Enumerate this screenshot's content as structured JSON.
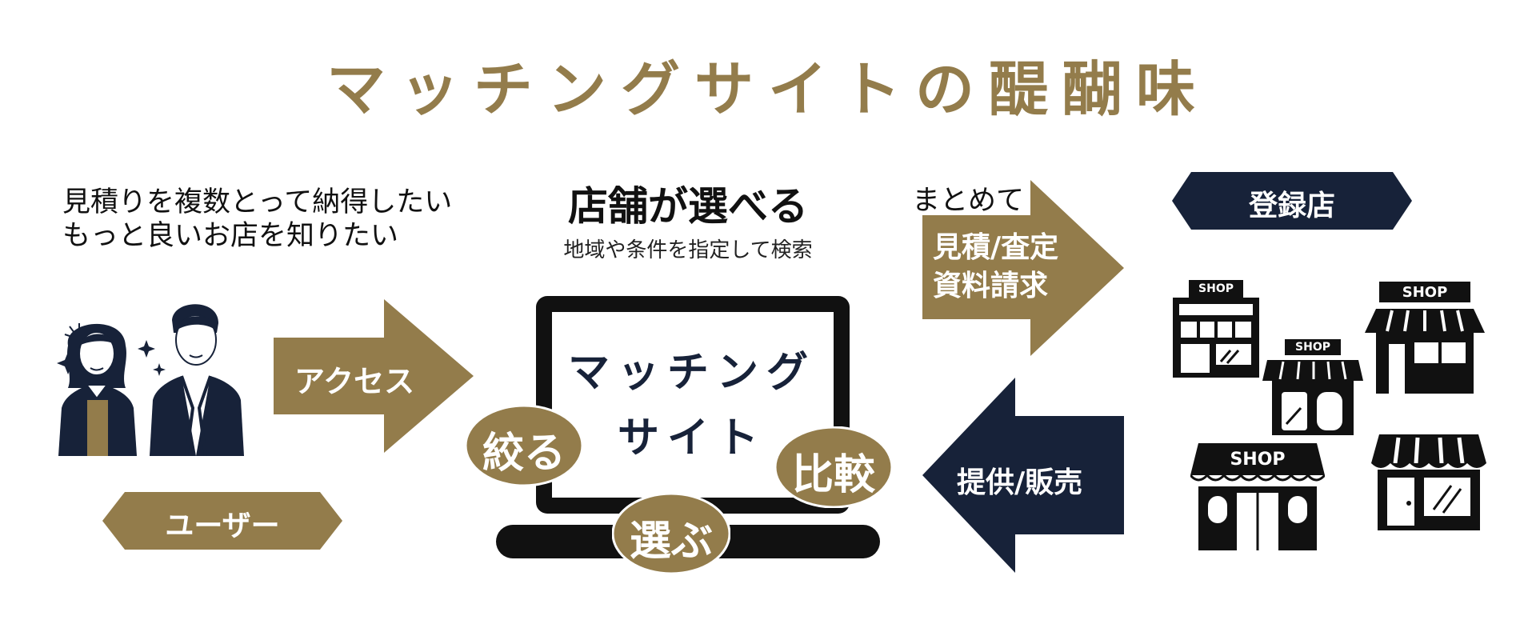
{
  "title": "マッチングサイトの醍醐味",
  "colors": {
    "gold": "#937c4b",
    "navy": "#172239",
    "black": "#111111"
  },
  "user": {
    "needs_line1": "見積りを複数とって納得したい",
    "needs_line2": "もっと良いお店を知りたい",
    "label": "ユーザー",
    "icon": "two-people-icon"
  },
  "arrow_access": {
    "label": "アクセス"
  },
  "center": {
    "heading": "店舗が選べる",
    "subheading": "地域や条件を指定して検索",
    "screen_line1": "マッチング",
    "screen_line2": "サイト",
    "bubbles": [
      "絞る",
      "選ぶ",
      "比較"
    ]
  },
  "arrow_request": {
    "prefix": "まとめて",
    "line1": "見積/査定",
    "line2": "資料請求"
  },
  "arrow_provide": {
    "label": "提供/販売"
  },
  "shops": {
    "label": "登録店",
    "sign": "SHOP",
    "icon": "shop-icon"
  }
}
